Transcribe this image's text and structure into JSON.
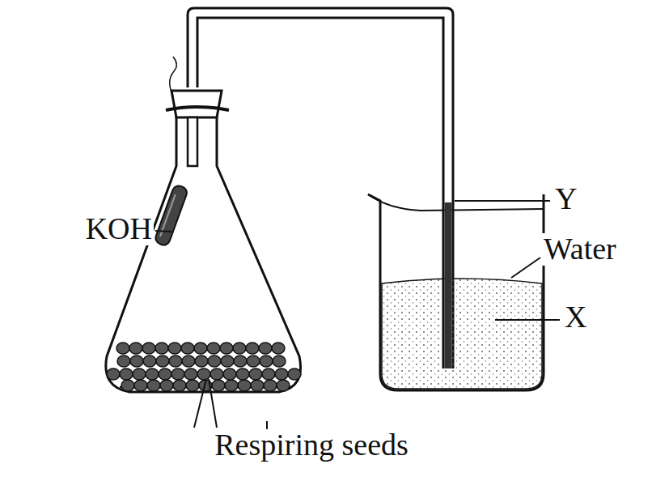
{
  "diagram": {
    "labels": [
      "KOH",
      "Y",
      "Water",
      "X",
      "Respiring seeds"
    ]
  }
}
